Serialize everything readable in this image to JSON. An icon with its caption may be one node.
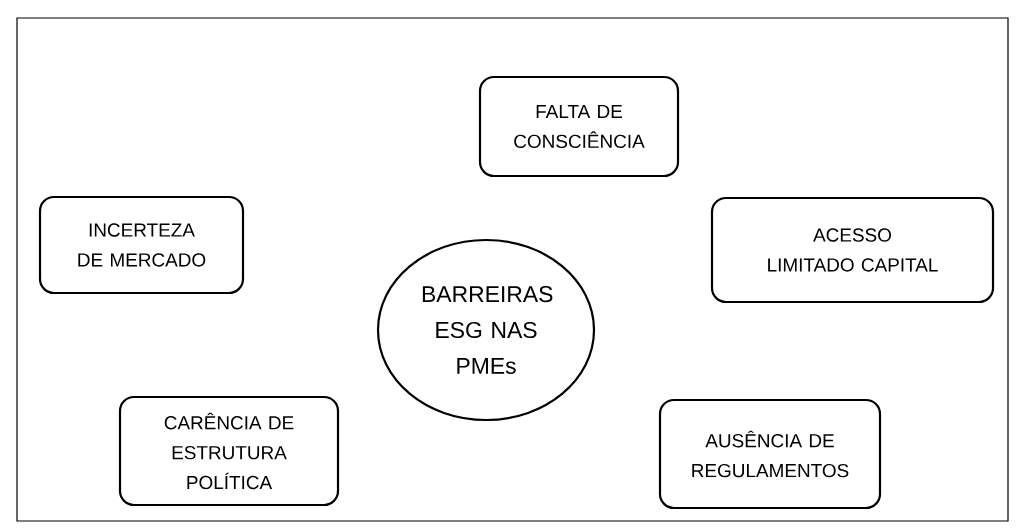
{
  "diagram": {
    "nodes": [
      {
        "text": [
          "FALTA DE CONSCIÊNCIA"
        ]
      },
      {
        "text": [
          "INCERTEZA DE MERCADO"
        ]
      },
      {
        "text": [
          "BARREIRAS ESG NAS PMEs"
        ]
      },
      {
        "text": [
          "ACESSO LIMITADO CAPITAL"
        ]
      },
      {
        "text": [
          "CARÊNCIA DE ESTRUTURA POLÍTICA"
        ]
      },
      {
        "text": [
          "AUSÊNCIA DE REGULAMENTOS"
        ]
      }
    ],
    "edges": []
  }
}
